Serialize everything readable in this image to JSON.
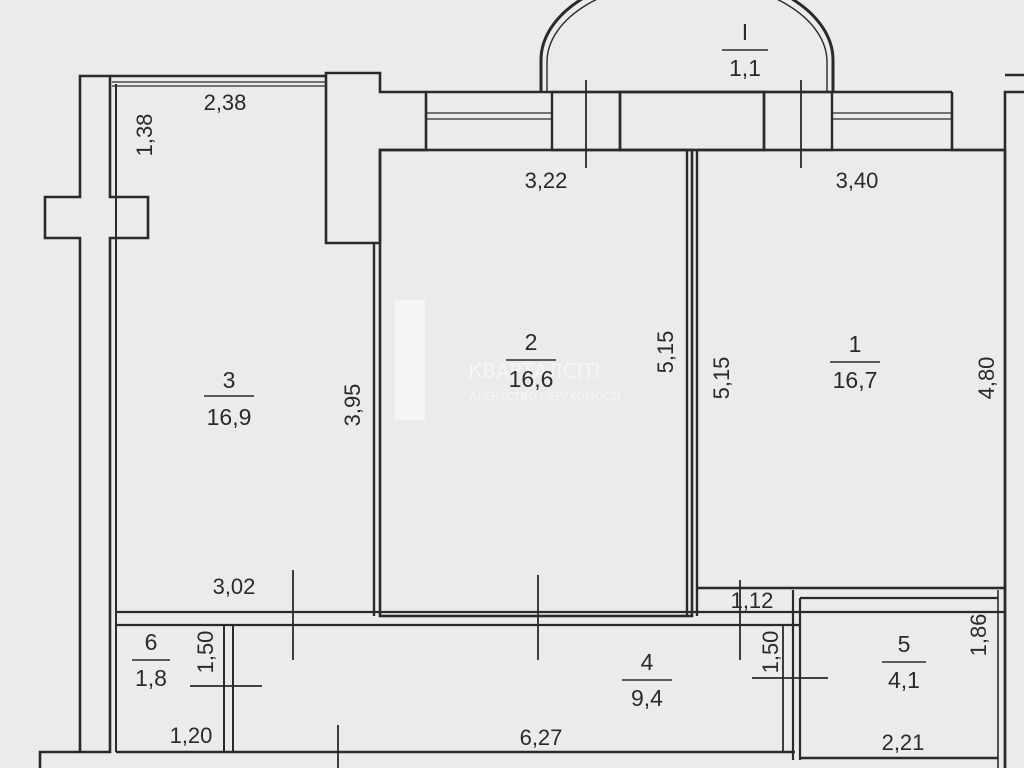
{
  "watermark": {
    "brand": "КВАРТАЛСІТІ",
    "tagline": "АГЕНТСТВО НЕРУХОМОСТІ"
  },
  "rooms": [
    {
      "number": "1",
      "area": "16,7"
    },
    {
      "number": "2",
      "area": "16,6"
    },
    {
      "number": "3",
      "area": "16,9"
    },
    {
      "number": "4",
      "area": "9,4"
    },
    {
      "number": "5",
      "area": "4,1"
    },
    {
      "number": "6",
      "area": "1,8"
    },
    {
      "number": "I",
      "area": "1,1"
    }
  ],
  "dimensions": {
    "room3_top": "2,38",
    "room3_left_top": "1,38",
    "room3_bottom": "3,02",
    "room3_right": "3,95",
    "room2_top": "3,22",
    "room2_right": "5,15",
    "room1_left": "5,15",
    "room1_top": "3,40",
    "room1_right": "4,80",
    "corridor_small": "1,12",
    "corridor_bottom": "6,27",
    "room6_side": "1,50",
    "room6_bottom": "1,20",
    "room5_left": "1,50",
    "room5_right": "1,86",
    "room5_bottom": "2,21"
  }
}
